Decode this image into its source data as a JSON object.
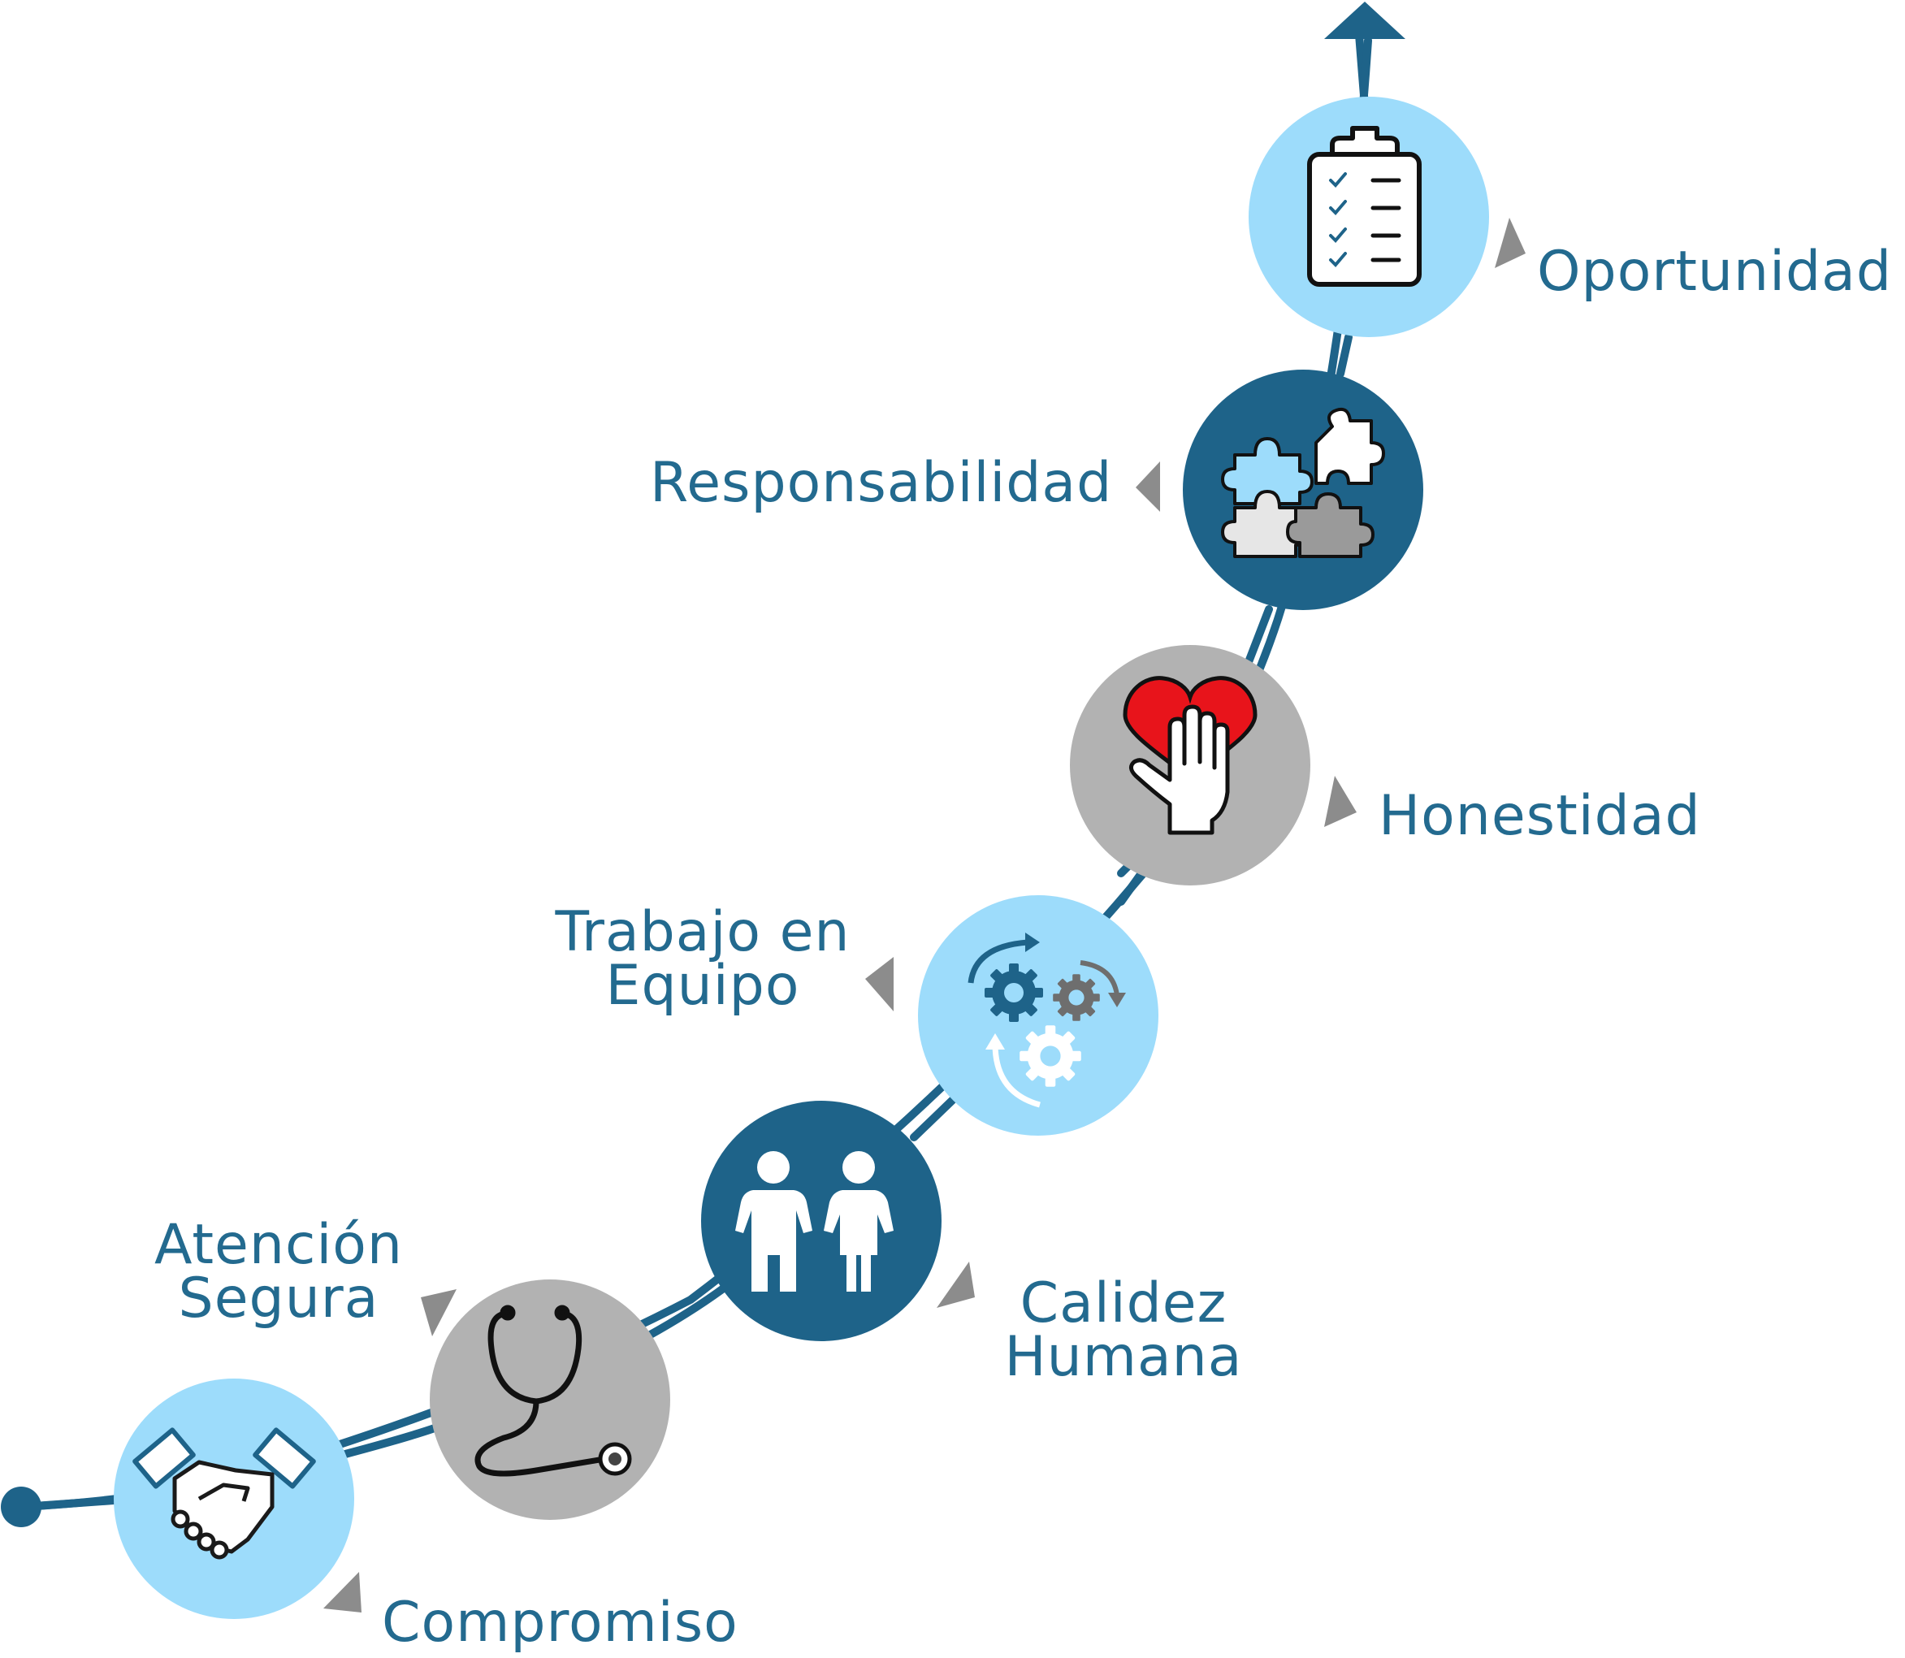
{
  "colors": {
    "path": "#1e6389",
    "dark_blue": "#1e6389",
    "light_blue": "#9ddcfb",
    "gray": "#b2b2b2",
    "label_text": "#236a8f",
    "pointer": "#8c8c8c",
    "heart_red": "#e8141b"
  },
  "values": {
    "compromiso": {
      "label": "Compromiso",
      "icon": "handshake-icon"
    },
    "atencion_segura": {
      "line1": "Atención",
      "line2": "Segura",
      "icon": "stethoscope-icon"
    },
    "calidez_humana": {
      "line1": "Calidez",
      "line2": "Humana",
      "icon": "people-icon"
    },
    "trabajo_en_equipo": {
      "line1": "Trabajo en",
      "line2": "Equipo",
      "icon": "gears-icon"
    },
    "honestidad": {
      "label": "Honestidad",
      "icon": "heart-hand-icon"
    },
    "responsabilidad": {
      "label": "Responsabilidad",
      "icon": "puzzle-icon"
    },
    "oportunidad": {
      "label": "Oportunidad",
      "icon": "clipboard-checklist-icon"
    }
  }
}
